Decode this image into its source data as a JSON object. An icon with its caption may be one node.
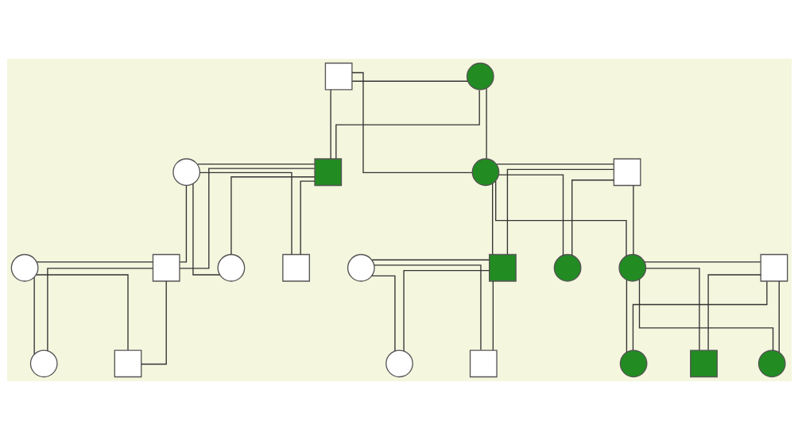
{
  "diagram": {
    "nodes": [
      {
        "text": [],
        "shape": "box"
      },
      {
        "text": [],
        "shape": "circle"
      },
      {
        "text": [],
        "shape": "circle"
      },
      {
        "text": [],
        "shape": "box"
      },
      {
        "text": [],
        "shape": "circle"
      },
      {
        "text": [],
        "shape": "box"
      },
      {
        "text": [],
        "shape": "circle"
      },
      {
        "text": [],
        "shape": "box"
      },
      {
        "text": [],
        "shape": "circle"
      },
      {
        "text": [],
        "shape": "box"
      },
      {
        "text": [],
        "shape": "circle"
      },
      {
        "text": [],
        "shape": "box"
      },
      {
        "text": [],
        "shape": "circle"
      },
      {
        "text": [],
        "shape": "circle"
      },
      {
        "text": [],
        "shape": "box"
      },
      {
        "text": [],
        "shape": "box"
      },
      {
        "text": [],
        "shape": "circle"
      },
      {
        "text": [],
        "shape": "box"
      },
      {
        "text": [],
        "shape": "circle"
      },
      {
        "text": [],
        "shape": "circle"
      },
      {
        "text": [],
        "shape": "box"
      },
      {
        "text": [],
        "shape": "circle"
      }
    ],
    "edges": [
      {
        "from": 0,
        "to": 1,
        "arrow": "none"
      },
      {
        "from": 0,
        "to": 3,
        "arrow": "none"
      },
      {
        "from": 1,
        "to": 3,
        "arrow": "none"
      },
      {
        "from": 0,
        "to": 4,
        "arrow": "none"
      },
      {
        "from": 1,
        "to": 4,
        "arrow": "none"
      },
      {
        "from": 2,
        "to": 3,
        "arrow": "none"
      },
      {
        "from": 4,
        "to": 5,
        "arrow": "none"
      },
      {
        "from": 2,
        "to": 7,
        "arrow": "none"
      },
      {
        "from": 3,
        "to": 7,
        "arrow": "none"
      },
      {
        "from": 2,
        "to": 8,
        "arrow": "none"
      },
      {
        "from": 3,
        "to": 8,
        "arrow": "none"
      },
      {
        "from": 2,
        "to": 9,
        "arrow": "none"
      },
      {
        "from": 3,
        "to": 9,
        "arrow": "none"
      },
      {
        "from": 4,
        "to": 11,
        "arrow": "none"
      },
      {
        "from": 5,
        "to": 11,
        "arrow": "none"
      },
      {
        "from": 4,
        "to": 12,
        "arrow": "none"
      },
      {
        "from": 5,
        "to": 12,
        "arrow": "none"
      },
      {
        "from": 4,
        "to": 13,
        "arrow": "none"
      },
      {
        "from": 5,
        "to": 13,
        "arrow": "none"
      },
      {
        "from": 6,
        "to": 7,
        "arrow": "none"
      },
      {
        "from": 10,
        "to": 11,
        "arrow": "none"
      },
      {
        "from": 13,
        "to": 14,
        "arrow": "none"
      },
      {
        "from": 6,
        "to": 15,
        "arrow": "none"
      },
      {
        "from": 7,
        "to": 15,
        "arrow": "none"
      },
      {
        "from": 6,
        "to": 16,
        "arrow": "none"
      },
      {
        "from": 7,
        "to": 16,
        "arrow": "none"
      },
      {
        "from": 10,
        "to": 17,
        "arrow": "none"
      },
      {
        "from": 11,
        "to": 17,
        "arrow": "none"
      },
      {
        "from": 10,
        "to": 18,
        "arrow": "none"
      },
      {
        "from": 11,
        "to": 18,
        "arrow": "none"
      },
      {
        "from": 13,
        "to": 19,
        "arrow": "none"
      },
      {
        "from": 14,
        "to": 19,
        "arrow": "none"
      },
      {
        "from": 13,
        "to": 20,
        "arrow": "none"
      },
      {
        "from": 14,
        "to": 20,
        "arrow": "none"
      },
      {
        "from": 13,
        "to": 21,
        "arrow": "none"
      },
      {
        "from": 14,
        "to": 21,
        "arrow": "none"
      }
    ]
  }
}
